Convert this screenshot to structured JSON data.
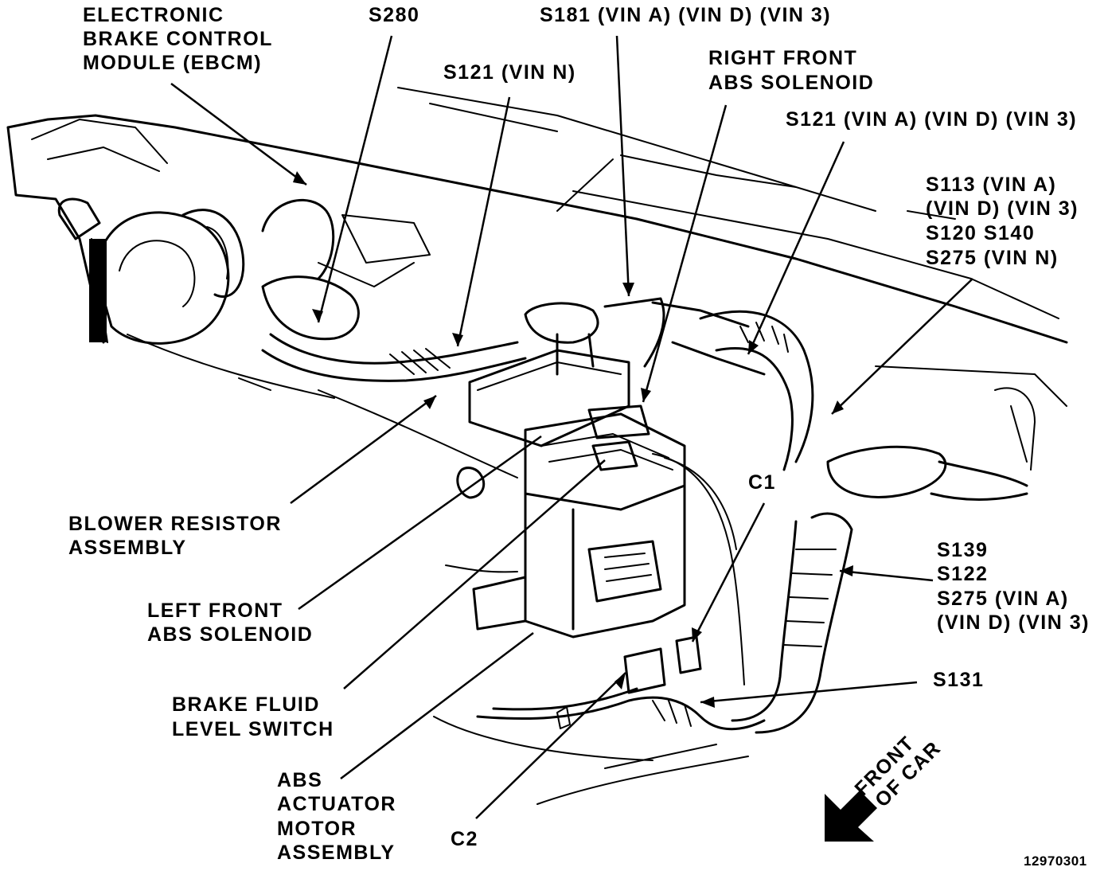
{
  "labels": {
    "ebcm": [
      "ELECTRONIC",
      "BRAKE CONTROL",
      "MODULE (EBCM)"
    ],
    "s280": "S280",
    "s181": "S181 (VIN A) (VIN D) (VIN 3)",
    "s121n": "S121 (VIN N)",
    "rf_solenoid": [
      "RIGHT FRONT",
      "ABS SOLENOID"
    ],
    "s121a": "S121 (VIN A) (VIN D) (VIN 3)",
    "s113": [
      "S113 (VIN A)",
      "(VIN D) (VIN 3)",
      "S120 S140",
      "S275 (VIN N)"
    ],
    "blower": [
      "BLOWER RESISTOR",
      "ASSEMBLY"
    ],
    "lf_solenoid": [
      "LEFT FRONT",
      "ABS SOLENOID"
    ],
    "fluid_switch": [
      "BRAKE FLUID",
      "LEVEL SWITCH"
    ],
    "actuator": [
      "ABS",
      "ACTUATOR",
      "MOTOR",
      "ASSEMBLY"
    ],
    "c1": "C1",
    "c2": "C2",
    "s139": [
      "S139",
      "S122",
      "S275 (VIN A)",
      "(VIN D) (VIN 3)"
    ],
    "s131": "S131",
    "front": [
      "FRONT",
      "OF CAR"
    ],
    "ref_number": "12970301"
  },
  "colors": {
    "ink": "#000000",
    "paper": "#ffffff"
  },
  "icons": {
    "direction": "front-of-car-arrow-icon"
  }
}
